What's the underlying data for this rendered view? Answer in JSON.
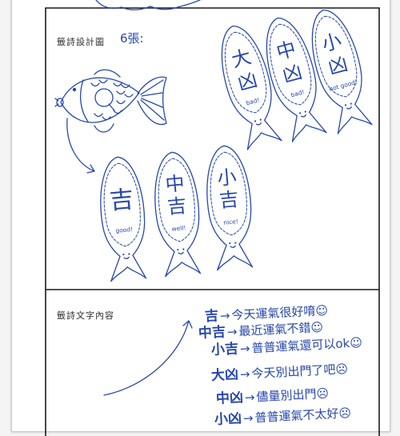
{
  "document": {
    "design_heading": "籤詩設計圖",
    "design_note": "6張:",
    "content_heading": "籤詩文字內容"
  },
  "slips": [
    {
      "top": "大",
      "bottom": "凶",
      "tag": "bad!"
    },
    {
      "top": "中",
      "bottom": "凶",
      "tag": "bad!"
    },
    {
      "top": "小",
      "bottom": "凶",
      "tag": "not good!"
    },
    {
      "top": "吉",
      "tag": "good!"
    },
    {
      "top": "中",
      "bottom": "吉",
      "tag": "well!"
    },
    {
      "top": "小",
      "bottom": "吉",
      "tag": "nice!"
    }
  ],
  "fortune_arrow": "→",
  "fortunes": [
    {
      "level": "吉",
      "text": "今天運氣很好唷☺"
    },
    {
      "level": "中吉",
      "text": "最近運氣不錯☺"
    },
    {
      "level": "小吉",
      "text": "普普運氣還可以ok☺"
    },
    {
      "level": "大凶",
      "text": "今天別出門了吧☹"
    },
    {
      "level": "中凶",
      "text": "儘量別出門☹"
    },
    {
      "level": "小凶",
      "text": "普普運氣不太好☹"
    }
  ],
  "icons": {
    "mascot": "fish-icon",
    "pointer": "arrow-icon",
    "face": "smiley-face-icon"
  },
  "colors": {
    "ink": "#2747b0",
    "print": "#2b2b2b",
    "frame": "#1a1a1a",
    "paper": "#ffffff"
  }
}
